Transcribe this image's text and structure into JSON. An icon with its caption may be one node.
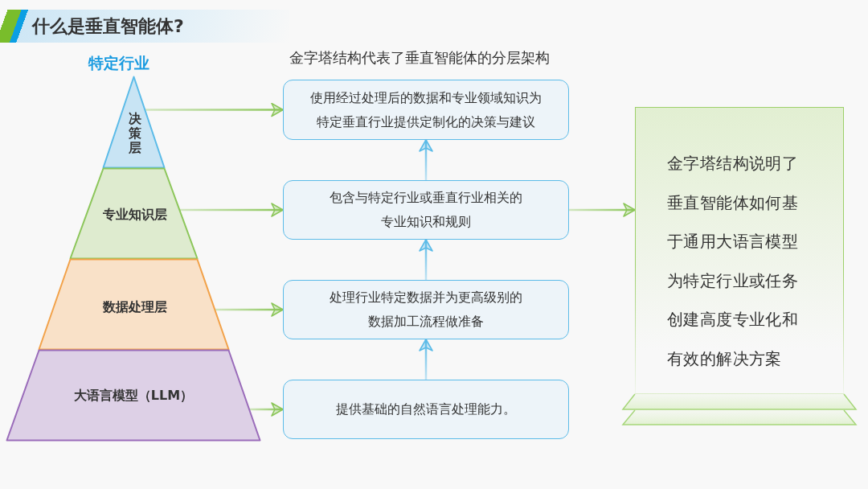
{
  "diagram": {
    "title": "什么是垂直智能体?",
    "nodes": [
      {
        "text": [
          "决策层"
        ]
      },
      {
        "text": [
          "专业知识层"
        ]
      },
      {
        "text": [
          "数据处理层"
        ]
      },
      {
        "text": [
          "大语言模型（LLM）"
        ]
      },
      {
        "text": [
          "使用经过处理后的数据和专业领域知识为特定垂直行业提供定制化的决策与建议"
        ]
      },
      {
        "text": [
          "包含与特定行业或垂直行业相关的专业知识和规则"
        ]
      },
      {
        "text": [
          "处理行业特定数据并为更高级别的数据加工流程做准备"
        ]
      },
      {
        "text": [
          "提供基础的自然语言处理能力。"
        ]
      },
      {
        "text": [
          "金字塔结构说明了垂直智能体如何基于通用大语言模型为特定行业或任务创建高度专业化和有效的解决方案"
        ]
      }
    ],
    "edges": [
      {
        "from": 0,
        "to": 4,
        "arrow": "to"
      },
      {
        "from": 1,
        "to": 5,
        "arrow": "to"
      },
      {
        "from": 2,
        "to": 6,
        "arrow": "to"
      },
      {
        "from": 3,
        "to": 7,
        "arrow": "to"
      },
      {
        "from": 7,
        "to": 6,
        "arrow": "to",
        "color": "#5bbbe8"
      },
      {
        "from": 6,
        "to": 5,
        "arrow": "to",
        "color": "#5bbbe8"
      },
      {
        "from": 5,
        "to": 4,
        "arrow": "to",
        "color": "#5bbbe8"
      },
      {
        "from": 5,
        "to": 8,
        "arrow": "to"
      }
    ],
    "labels": [
      "特定行业",
      "金字塔结构代表了垂直智能体的分层架构"
    ]
  }
}
